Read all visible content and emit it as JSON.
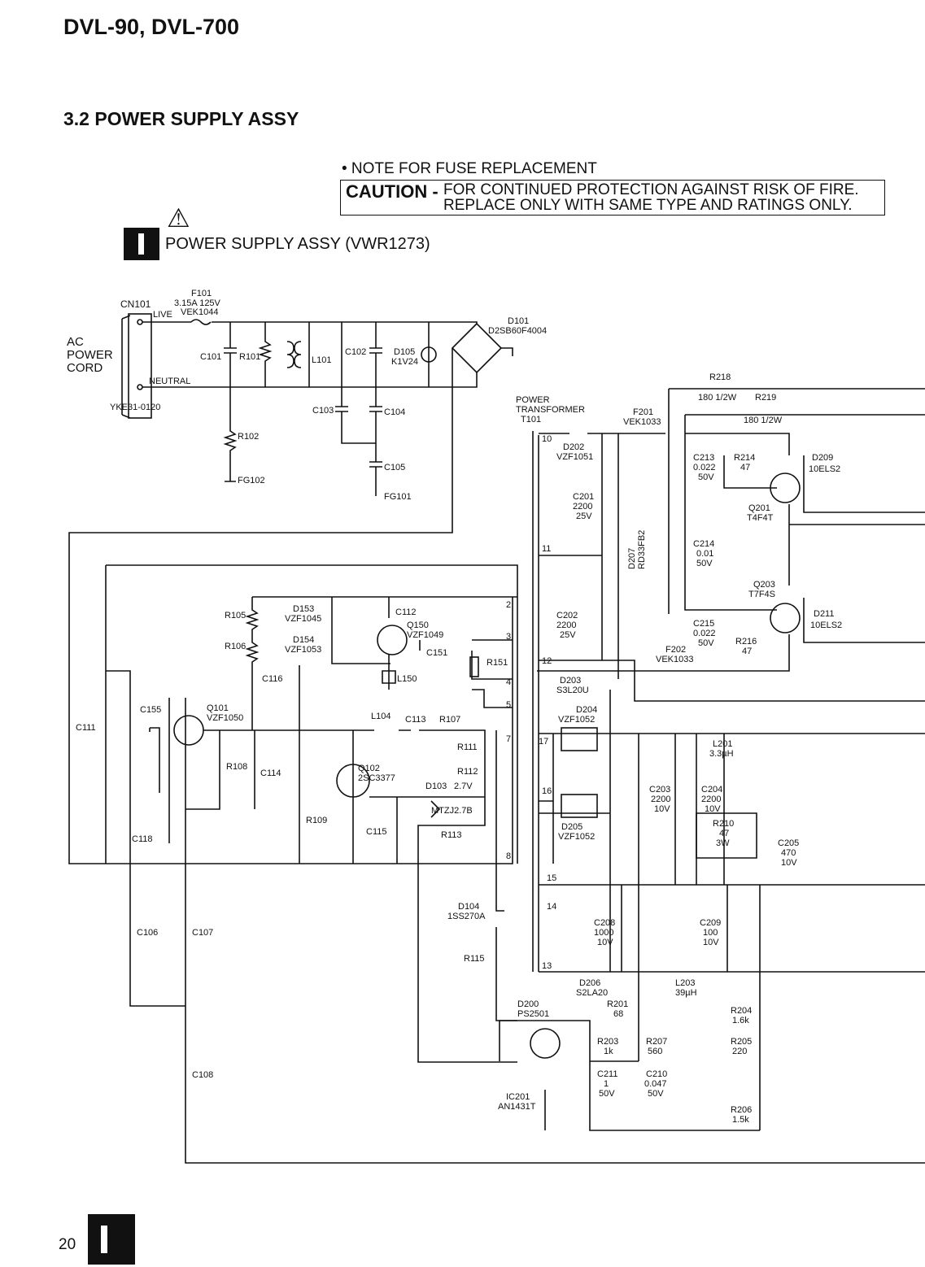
{
  "header": {
    "doc_title": "DVL-90, DVL-700",
    "section_title": "3.2 POWER SUPPLY ASSY",
    "note": "• NOTE FOR FUSE REPLACEMENT",
    "caution_word": "CAUTION -",
    "caution_line1": "FOR CONTINUED PROTECTION AGAINST RISK OF FIRE.",
    "caution_line2": "REPLACE ONLY WITH SAME TYPE AND RATINGS ONLY.",
    "assy_title": "POWER SUPPLY ASSY (VWR1273)",
    "warning_icon": "warning-triangle-icon"
  },
  "footer": {
    "page_number": "20"
  },
  "labels": {
    "cn101": "CN101",
    "live": "LIVE",
    "neutral": "NEUTRAL",
    "ac": "AC",
    "power": "POWER",
    "cord": "CORD",
    "yke": "YKE31-0120",
    "f101": "F101",
    "f101_rating": "3.15A 125V",
    "vek1044": "VEK1044",
    "c101": "C101",
    "r101": "R101",
    "l101": "L101",
    "r102": "R102",
    "fg102": "FG102",
    "c102": "C102",
    "c103": "C103",
    "c104": "C104",
    "c105": "C105",
    "fg101": "FG101",
    "d105": "D105",
    "k1v24": "K1V24",
    "d101": "D101",
    "d101_part": "D2SB60F4004",
    "power_transformer": "POWER",
    "transformer": "TRANSFORMER",
    "t101": "T101",
    "r218": "R218",
    "r218_val": "180 1/2W",
    "r219": "R219",
    "r219_val": "180 1/2W",
    "f201": "F201",
    "vek1033": "VEK1033",
    "d202": "D202",
    "vzf1051": "VZF1051",
    "c213": "C213",
    "c213_val": "0.022",
    "c213_v": "50V",
    "r214": "R214",
    "r214_val": "47",
    "d209": "D209",
    "d209_part": "10ELS2",
    "q201": "Q201",
    "q201_part": "T4F4T",
    "c201": "C201",
    "c201_val": "2200",
    "c201_v": "25V",
    "d207": "D207",
    "d207_part": "RD33FB2",
    "c214": "C214",
    "c214_val": "0.01",
    "c214_v": "50V",
    "q203": "Q203",
    "q203_part": "T7F4S",
    "d211": "D211",
    "d211_part": "10ELS2",
    "c202": "C202",
    "c202_val": "2200",
    "c202_v": "25V",
    "c215": "C215",
    "c215_val": "0.022",
    "c215_v": "50V",
    "r216": "R216",
    "r216_val": "47",
    "f202": "F202",
    "vek1033b": "VEK1033",
    "d203": "D203",
    "d203_part": "S3L20U",
    "d204": "D204",
    "d204_part": "VZF1052",
    "d205": "D205",
    "d205_part": "VZF1052",
    "l201": "L201",
    "l201_val": "3.3µH",
    "c203": "C203",
    "c203_val": "2200",
    "c203_v": "10V",
    "c204": "C204",
    "c204_val": "2200",
    "c204_v": "10V",
    "r210": "R210",
    "r210_val": "47",
    "r210_w": "3W",
    "c205": "C205",
    "c205_val": "470",
    "c205_v": "10V",
    "c208": "C208",
    "c208_val": "1000",
    "c208_v": "10V",
    "c209": "C209",
    "c209_val": "100",
    "c209_v": "10V",
    "d206": "D206",
    "d206_part": "S2LA20",
    "l203": "L203",
    "l203_val": "39µH",
    "d200": "D200",
    "d200_part": "PS2501",
    "r201": "R201",
    "r201_val": "68",
    "r203": "R203",
    "r203_val": "1k",
    "r207": "R207",
    "r207_val": "560",
    "r204": "R204",
    "r204_val": "1.6k",
    "r205": "R205",
    "r205_val": "220",
    "c211": "C211",
    "c211_val": "1",
    "c211_v": "50V",
    "c210": "C210",
    "c210_val": "0.047",
    "c210_v": "50V",
    "ic201": "IC201",
    "ic201_part": "AN1431T",
    "r206": "R206",
    "r206_val": "1.5k",
    "r105": "R105",
    "r106": "R106",
    "d153": "D153",
    "d153_part": "VZF1045",
    "d154": "D154",
    "d154_part": "VZF1053",
    "c112": "C112",
    "q150": "Q150",
    "q150_part": "VZF1049",
    "c151": "C151",
    "r151": "R151",
    "l150": "L150",
    "c116": "C116",
    "c155": "C155",
    "q101": "Q101",
    "q101_part": "VZF1050",
    "c111": "C111",
    "r108": "R108",
    "c114": "C114",
    "r109": "R109",
    "c118": "C118",
    "l104": "L104",
    "c113": "C113",
    "r107": "R107",
    "r111": "R111",
    "q102": "Q102",
    "q102_part": "2SC3377",
    "r112": "R112",
    "d103": "D103",
    "d103_v": "2.7V",
    "mtzj": "MTZJ2.7B",
    "c115": "C115",
    "r113": "R113",
    "d104": "D104",
    "d104_part": "1SS270A",
    "r115": "R115",
    "c106": "C106",
    "c107": "C107",
    "c108": "C108",
    "p2": "2",
    "p3": "3",
    "p4": "4",
    "p5": "5",
    "p7": "7",
    "p8": "8",
    "p10": "10",
    "p11": "11",
    "p12": "12",
    "p13": "13",
    "p14": "14",
    "p15": "15",
    "p16": "16",
    "p17": "17"
  }
}
